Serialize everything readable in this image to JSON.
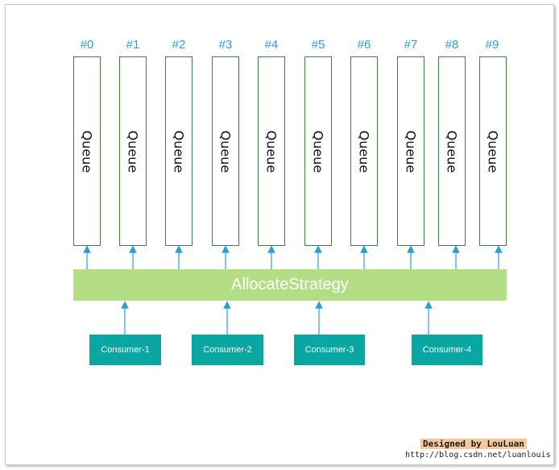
{
  "queues": [
    {
      "id": "#0",
      "label": "Queue"
    },
    {
      "id": "#1",
      "label": "Queue"
    },
    {
      "id": "#2",
      "label": "Queue"
    },
    {
      "id": "#3",
      "label": "Queue"
    },
    {
      "id": "#4",
      "label": "Queue"
    },
    {
      "id": "#5",
      "label": "Queue"
    },
    {
      "id": "#6",
      "label": "Queue"
    },
    {
      "id": "#7",
      "label": "Queue"
    },
    {
      "id": "#8",
      "label": "Queue"
    },
    {
      "id": "#9",
      "label": "Queue"
    }
  ],
  "strategy": {
    "label": "AllocateStrategy"
  },
  "consumers": [
    {
      "label": "Consumer-1"
    },
    {
      "label": "Consumer-2"
    },
    {
      "label": "Consumer-3"
    },
    {
      "label": "Consumer-4"
    }
  ],
  "credit": {
    "title": "Designed by LouLuan",
    "url": "http://blog.csdn.net/luanlouis"
  },
  "colors": {
    "queue_label": "#2a9fd6",
    "queue_border": "#3f7f3f",
    "strategy_fill": "#b3de85",
    "consumer_fill": "#0aa7a2",
    "arrow": "#2a9fd6"
  }
}
